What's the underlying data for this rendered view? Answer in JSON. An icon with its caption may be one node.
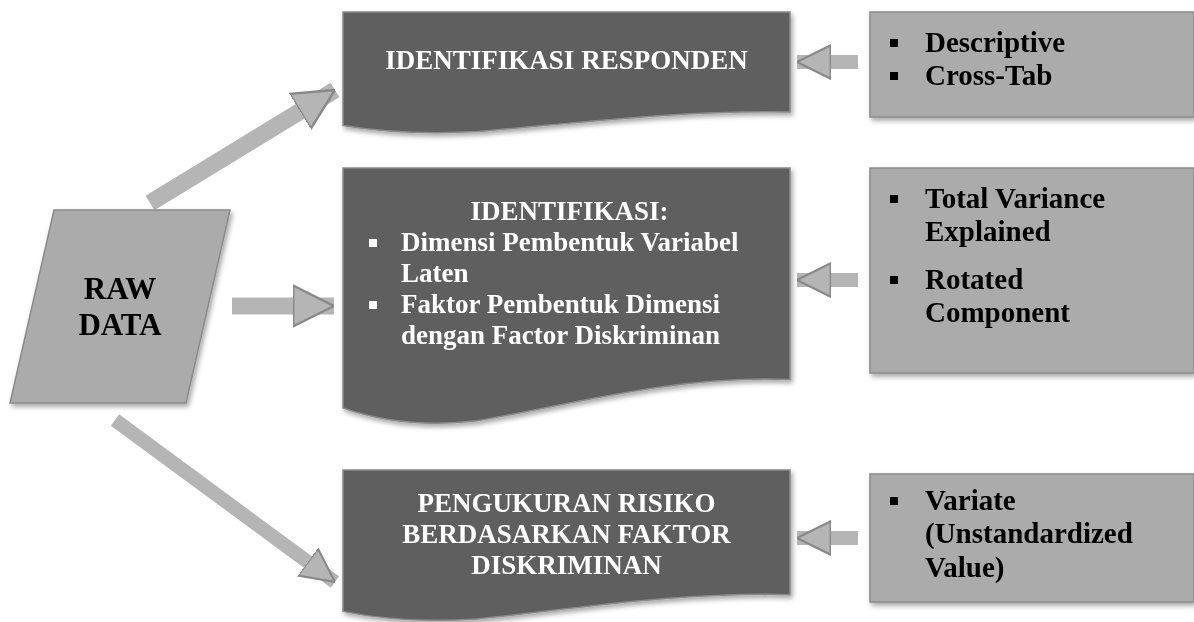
{
  "diagram": {
    "nodes": [
      {
        "text": [
          "RAW DATA"
        ]
      },
      {
        "text": [
          "IDENTIFIKASI RESPONDEN"
        ]
      },
      {
        "text": [
          "IDENTIFIKASI:",
          "Dimensi Pembentuk Variabel Laten",
          "Faktor Pembentuk Dimensi dengan Factor Diskriminan"
        ]
      },
      {
        "text": [
          "PENGUKURAN RISIKO BERDASARKAN FAKTOR DISKRIMINAN"
        ]
      },
      {
        "text": [
          "Descriptive",
          "Cross-Tab"
        ]
      },
      {
        "text": [
          "Total Variance Explained",
          "Rotated Component"
        ]
      },
      {
        "text": [
          "Variate (Unstandardized Value)"
        ]
      }
    ],
    "edges": [
      {
        "from": 0,
        "to": 1,
        "arrow": "to"
      },
      {
        "from": 0,
        "to": 2,
        "arrow": "to"
      },
      {
        "from": 0,
        "to": 3,
        "arrow": "to"
      },
      {
        "from": 4,
        "to": 1,
        "arrow": "to"
      },
      {
        "from": 5,
        "to": 2,
        "arrow": "to"
      },
      {
        "from": 6,
        "to": 3,
        "arrow": "to"
      }
    ]
  }
}
